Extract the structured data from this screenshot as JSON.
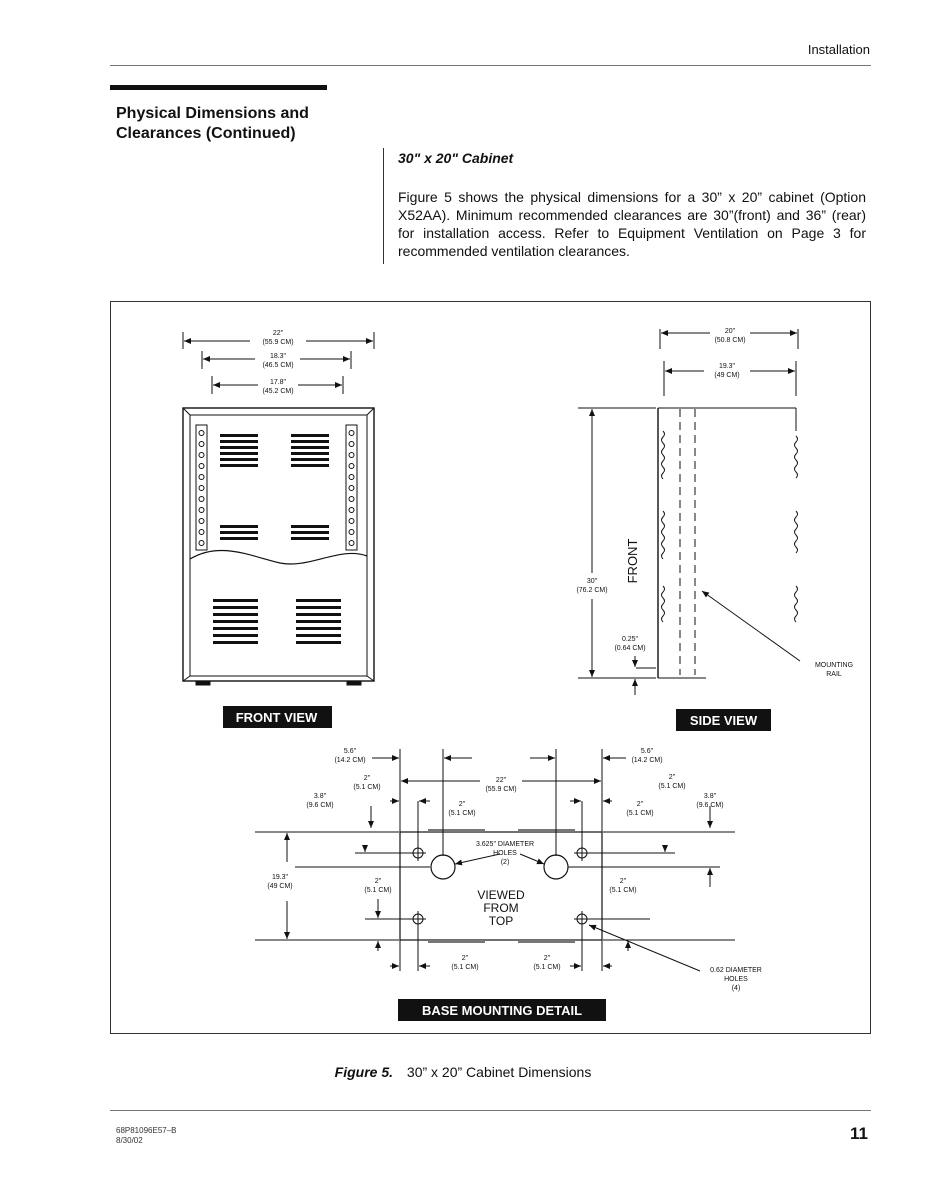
{
  "header": {
    "section": "Installation"
  },
  "sidebar": {
    "title_line1": "Physical Dimensions and",
    "title_line2": "Clearances (Continued)"
  },
  "main": {
    "subtitle": "30\" x 20\" Cabinet",
    "paragraph": "Figure 5 shows the physical dimensions for a 30” x 20” cabinet (Option X52AA). Minimum recommended clearances are 30”(front) and 36” (rear) for installation access. Refer to Equipment Ventilation on Page 3 for recommended ventilation clearances."
  },
  "figure": {
    "front": {
      "label": "FRONT VIEW",
      "dim1": "22\"",
      "dim1_cm": "(55.9 CM)",
      "dim2": "18.3\"",
      "dim2_cm": "(46.5 CM)",
      "dim3": "17.8\"",
      "dim3_cm": "(45.2 CM)"
    },
    "side": {
      "label": "SIDE VIEW",
      "dim1": "20\"",
      "dim1_cm": "(50.8 CM)",
      "dim2": "19.3\"",
      "dim2_cm": "(49 CM)",
      "height": "30\"",
      "height_cm": "(76.2 CM)",
      "front_text": "FRONT",
      "gap": "0.25\"",
      "gap_cm": "(0.64 CM)",
      "rail_line1": "MOUNTING",
      "rail_line2": "RAIL"
    },
    "base": {
      "label": "BASE MOUNTING DETAIL",
      "left_56": "5.6\"",
      "left_56_cm": "(14.2 CM)",
      "right_56": "5.6\"",
      "right_56_cm": "(14.2 CM)",
      "left_2a": "2\"",
      "left_2a_cm": "(5.1 CM)",
      "right_2a": "2\"",
      "right_2a_cm": "(5.1 CM)",
      "left_38": "3.8\"",
      "left_38_cm": "(9.6 CM)",
      "right_38": "3.8\"",
      "right_38_cm": "(9.6 CM)",
      "width22": "22\"",
      "width22_cm": "(55.9 CM)",
      "inner_l2": "2\"",
      "inner_l2_cm": "(5.1 CM)",
      "inner_r2": "2\"",
      "inner_r2_cm": "(5.1 CM)",
      "hole_big_1": "3.625\" DIAMETER",
      "hole_big_2": "HOLES",
      "hole_big_3": "(2)",
      "height193": "19.3\"",
      "height193_cm": "(49 CM)",
      "mid_l2": "2\"",
      "mid_l2_cm": "(5.1 CM)",
      "mid_r2": "2\"",
      "mid_r2_cm": "(5.1 CM)",
      "viewed1": "VIEWED",
      "viewed2": "FROM",
      "viewed3": "TOP",
      "bot_l2": "2\"",
      "bot_l2_cm": "(5.1 CM)",
      "bot_r2": "2\"",
      "bot_r2_cm": "(5.1 CM)",
      "hole_small_1": "0.62 DIAMETER",
      "hole_small_2": "HOLES",
      "hole_small_3": "(4)"
    }
  },
  "caption": {
    "number": "Figure 5.",
    "text": "30” x 20” Cabinet Dimensions"
  },
  "footer": {
    "doc_id": "68P81096E57–B",
    "date": "8/30/02",
    "page": "11"
  }
}
